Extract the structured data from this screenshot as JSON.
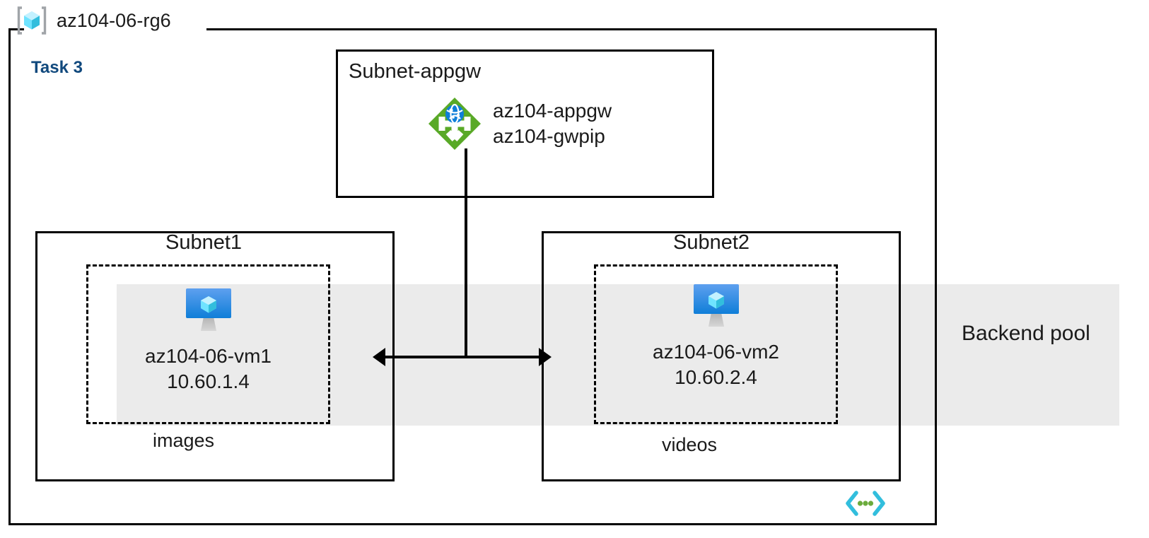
{
  "diagram": {
    "resource_group": {
      "name": "az104-06-rg6",
      "icon": "resource-group-cube-icon"
    },
    "task_label": "Task 3",
    "backend_pool": {
      "label": "Backend pool",
      "band_color": "#ebebeb"
    },
    "subnets": [
      {
        "id": "subnet-appgw",
        "title": "Subnet-appgw",
        "resources": [
          {
            "icon": "application-gateway-icon",
            "names": [
              "az104-appgw",
              "az104-gwpip"
            ]
          }
        ]
      },
      {
        "id": "subnet1",
        "title": "Subnet1",
        "nsg_label": "images",
        "vm": {
          "icon": "virtual-machine-icon",
          "name": "az104-06-vm1",
          "ip": "10.60.1.4"
        }
      },
      {
        "id": "subnet2",
        "title": "Subnet2",
        "nsg_label": "videos",
        "vm": {
          "icon": "virtual-machine-icon",
          "name": "az104-06-vm2",
          "ip": "10.60.2.4"
        }
      }
    ],
    "connector": {
      "type": "bidirectional-arrow",
      "from": "subnet1",
      "to": "subnet2"
    },
    "footer_glyph": "code-brackets-icon",
    "colors": {
      "task_accent": "#11497d",
      "backend_band": "#ebebeb",
      "appgw_green": "#59a927",
      "vm_blue": "#2b88d8",
      "cube_cyan": "#50e6ff",
      "glyph_cyan": "#32bedd",
      "glyph_green": "#6bab3c",
      "line_black": "#000000"
    }
  }
}
